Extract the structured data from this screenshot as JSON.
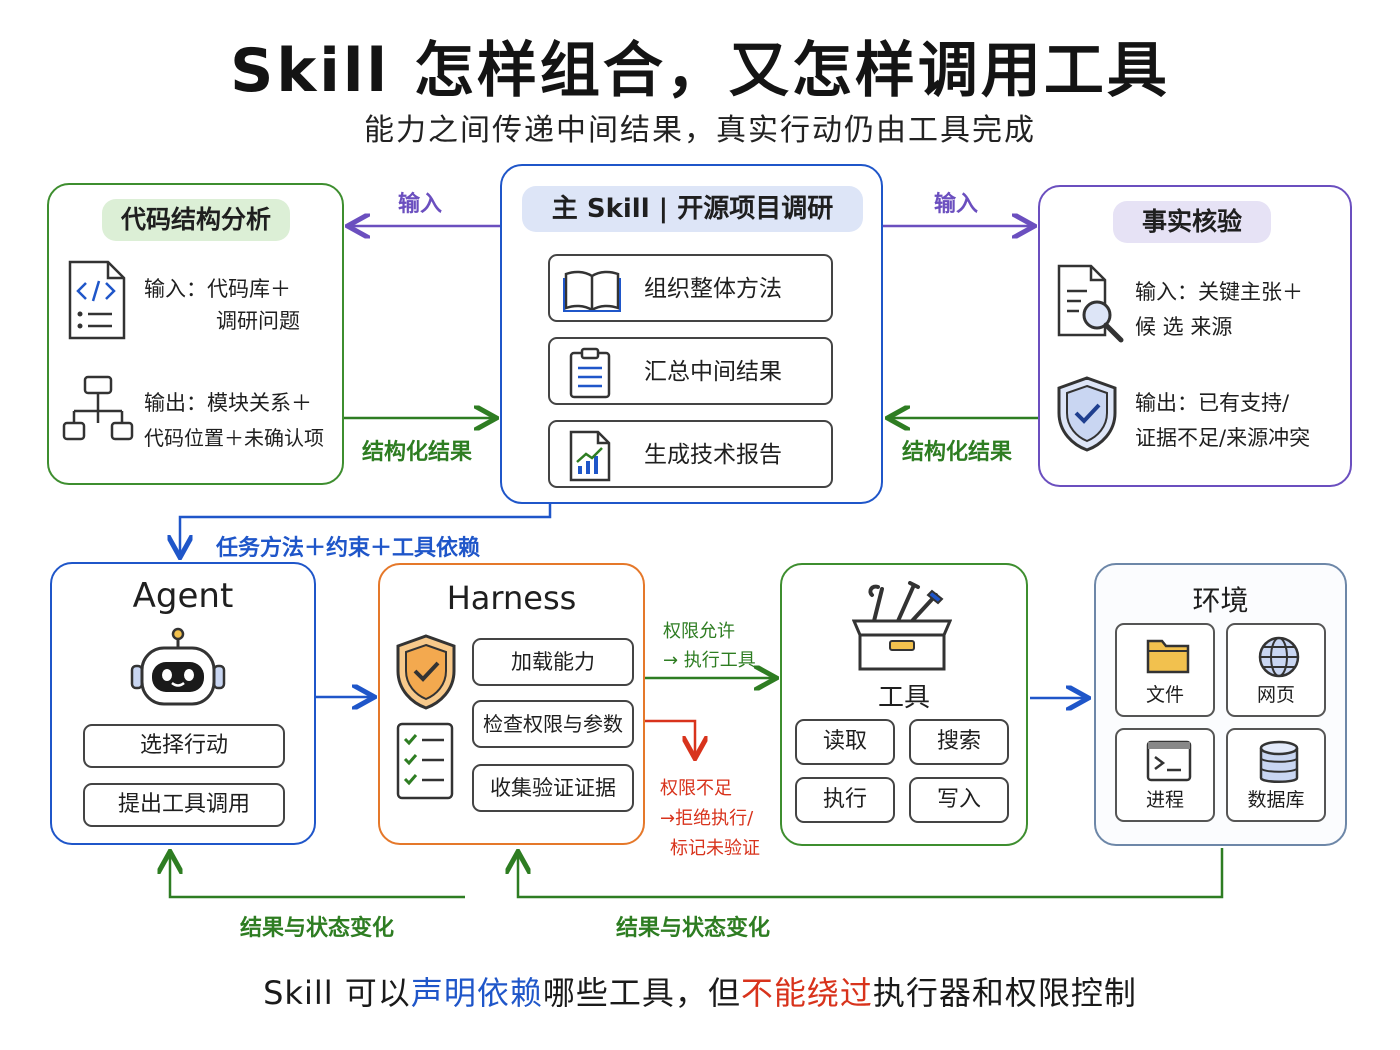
{
  "header": {
    "title": "Skill 怎样组合，又怎样调用工具",
    "subtitle": "能力之间传递中间结果，真实行动仍由工具完成"
  },
  "code_analysis": {
    "title": "代码结构分析",
    "input_line1": "输入：代码库＋",
    "input_line2": "调研问题",
    "output_line1": "输出：模块关系＋",
    "output_line2": "代码位置＋未确认项"
  },
  "main_skill": {
    "title": "主 Skill | 开源项目调研",
    "steps": [
      "组织整体方法",
      "汇总中间结果",
      "生成技术报告"
    ]
  },
  "fact_check": {
    "title": "事实核验",
    "input_line1": "输入：关键主张＋",
    "input_line2": "候 选 来源",
    "output_line1": "输出：已有支持/",
    "output_line2": "证据不足/来源冲突"
  },
  "edges": {
    "input_left": "输入",
    "input_right": "输入",
    "result_left": "结构化结果",
    "result_right": "结构化结果",
    "task_methods": "任务方法＋约束＋工具依赖",
    "permission_allow_line1": "权限允许",
    "permission_allow_line2": "→ 执行工具",
    "permission_deny_line1": "权限不足",
    "permission_deny_line2": "→拒绝执行/",
    "permission_deny_line3": "标记未验证",
    "feedback_left": "结果与状态变化",
    "feedback_right": "结果与状态变化"
  },
  "agent": {
    "title": "Agent",
    "actions": [
      "选择行动",
      "提出工具调用"
    ]
  },
  "harness": {
    "title": "Harness",
    "actions": [
      "加载能力",
      "检查权限与参数",
      "收集验证证据"
    ]
  },
  "tools": {
    "title": "工具",
    "items": [
      "读取",
      "搜索",
      "执行",
      "写入"
    ]
  },
  "environment": {
    "title": "环境",
    "items": [
      {
        "label": "文件",
        "icon": "folder-icon"
      },
      {
        "label": "网页",
        "icon": "globe-icon"
      },
      {
        "label": "进程",
        "icon": "terminal-icon"
      },
      {
        "label": "数据库",
        "icon": "database-icon"
      }
    ]
  },
  "footer": {
    "part1": "Skill 可以",
    "highlight1": "声明依赖",
    "part2": "哪些工具，但",
    "highlight2": "不能绕过",
    "part3": "执行器和权限控制"
  },
  "colors": {
    "green": "#3e8e2f",
    "blue": "#1f56c9",
    "purple": "#6b4fbf",
    "orange": "#e5782a",
    "red": "#d8331c",
    "gray": "#6d87a8"
  }
}
